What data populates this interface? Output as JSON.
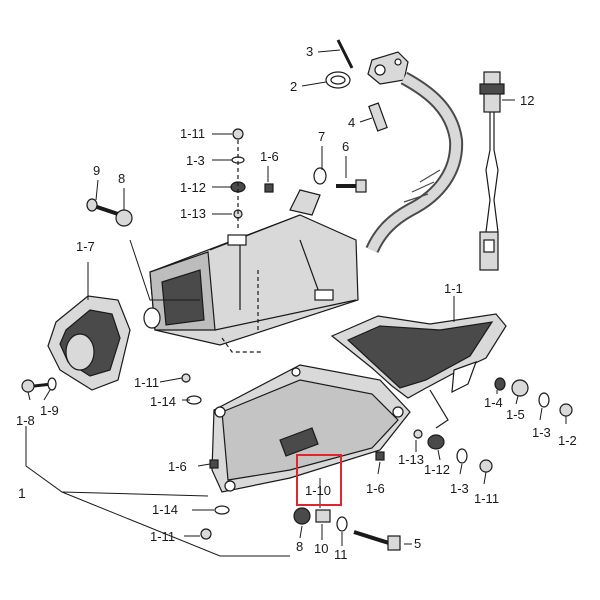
{
  "labels": {
    "l1": "1",
    "l1_1": "1-1",
    "l1_2": "1-2",
    "l1_3a": "1-3",
    "l1_3b": "1-3",
    "l1_3c": "1-3",
    "l1_4": "1-4",
    "l1_5": "1-5",
    "l1_6a": "1-6",
    "l1_6b": "1-6",
    "l1_6c": "1-6",
    "l1_7": "1-7",
    "l1_8": "1-8",
    "l1_9": "1-9",
    "l1_10": "1-10",
    "l1_11a": "1-11",
    "l1_11b": "1-11",
    "l1_11c": "1-11",
    "l1_11d": "1-11",
    "l1_12a": "1-12",
    "l1_12b": "1-12",
    "l1_13a": "1-13",
    "l1_13b": "1-13",
    "l1_14a": "1-14",
    "l1_14b": "1-14",
    "l2": "2",
    "l3": "3",
    "l4": "4",
    "l5": "5",
    "l6": "6",
    "l7": "7",
    "l8a": "8",
    "l8b": "8",
    "l9": "9",
    "l10": "10",
    "l11": "11",
    "l12": "12"
  },
  "colors": {
    "line": "#1a1a1a",
    "part_fill": "#d9d9d9",
    "part_dark": "#4a4a4a",
    "highlight": "#e0252d"
  }
}
